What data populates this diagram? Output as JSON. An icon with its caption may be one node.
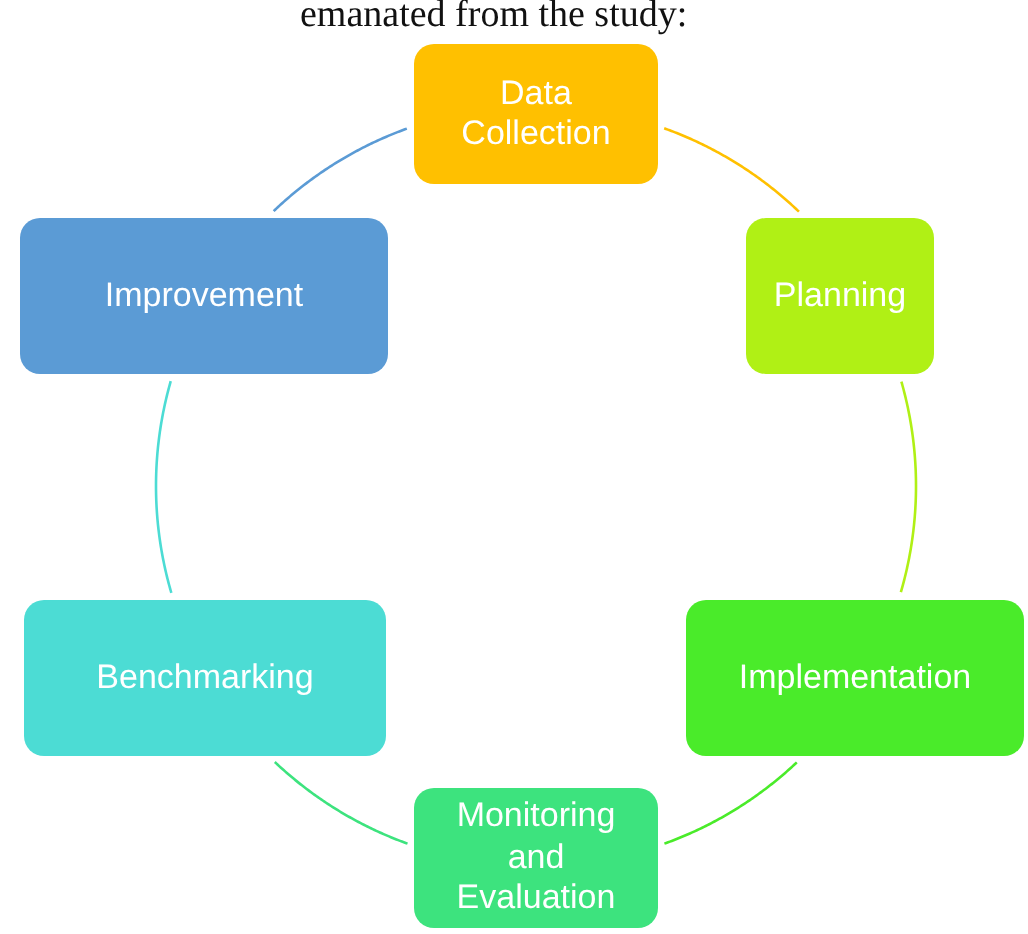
{
  "diagram": {
    "nodes": [
      {
        "text": [
          "Data Collection"
        ]
      },
      {
        "text": [
          "Planning"
        ]
      },
      {
        "text": [
          "Implementation"
        ]
      },
      {
        "text": [
          "Monitoring and Evaluation"
        ]
      },
      {
        "text": [
          "Benchmarking"
        ]
      },
      {
        "text": [
          "Improvement"
        ]
      }
    ],
    "edges": [
      {
        "from": 0,
        "to": 1,
        "arrow": "none",
        "color": "#ffc000"
      },
      {
        "from": 1,
        "to": 2,
        "arrow": "none",
        "color": "#b0f015"
      },
      {
        "from": 2,
        "to": 3,
        "arrow": "none",
        "color": "#4aeb2a"
      },
      {
        "from": 3,
        "to": 4,
        "arrow": "none",
        "color": "#3de37e"
      },
      {
        "from": 4,
        "to": 5,
        "arrow": "none",
        "color": "#4cdcd4"
      },
      {
        "from": 5,
        "to": 0,
        "arrow": "none",
        "color": "#5b9bd5"
      }
    ],
    "labels": [
      "emanated from the study:"
    ]
  }
}
